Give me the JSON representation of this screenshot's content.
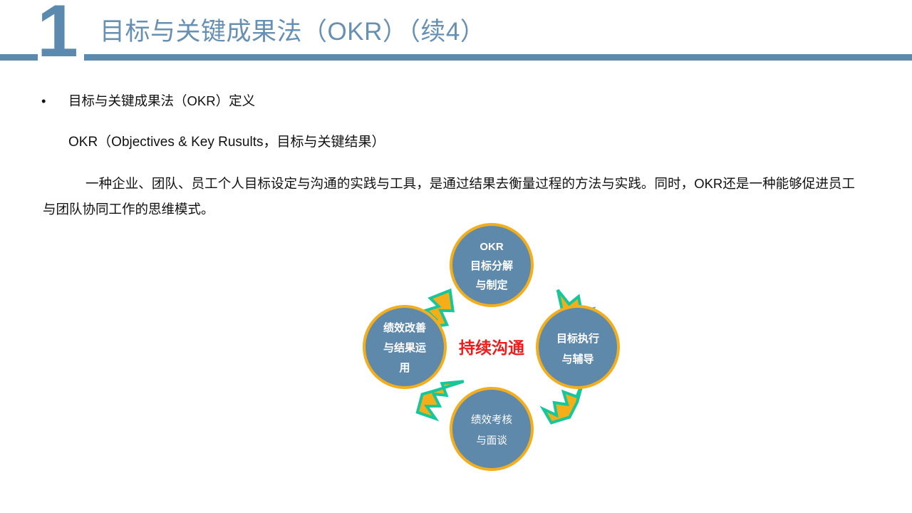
{
  "slide": {
    "number": "1",
    "title": "目标与关键成果法（OKR）（续4）"
  },
  "content": {
    "bullet_marker": "•",
    "bullet_text": "目标与关键成果法（OKR）定义",
    "sub_text": "OKR（Objectives & Key Rusults，目标与关键结果）",
    "paragraph": "一种企业、团队、员工个人目标设定与沟通的实践与工具，是通过结果去衡量过程的方法与实践。同时，OKR还是一种能够促进员工与团队协同工作的思维模式。"
  },
  "diagram": {
    "center_label": "持续沟通",
    "nodes": [
      {
        "id": "top",
        "lines": [
          "OKR",
          "目标分解",
          "与制定"
        ],
        "weight": "bold"
      },
      {
        "id": "right",
        "lines": [
          "目标执行",
          "与辅导"
        ],
        "weight": "bold"
      },
      {
        "id": "bottom",
        "lines": [
          "绩效考核",
          "与面谈"
        ],
        "weight": "thin"
      },
      {
        "id": "left",
        "lines": [
          "绩效改善",
          "与结果运",
          "用"
        ],
        "weight": "bold"
      }
    ],
    "arrows": [
      {
        "id": "left-to-top",
        "direction": "up-right"
      },
      {
        "id": "top-to-right",
        "direction": "down-right"
      },
      {
        "id": "right-to-bottom",
        "direction": "down-left"
      },
      {
        "id": "bottom-to-left",
        "direction": "up-left"
      }
    ],
    "colors": {
      "circle_fill": "#5f89ab",
      "circle_stroke": "#f2ae1c",
      "arrow_fill": "#f5ae18",
      "arrow_stroke": "#16c79a",
      "center_text": "#ee1c1c"
    }
  },
  "theme": {
    "accent": "#5b8aae",
    "title_color": "#6790b3"
  }
}
